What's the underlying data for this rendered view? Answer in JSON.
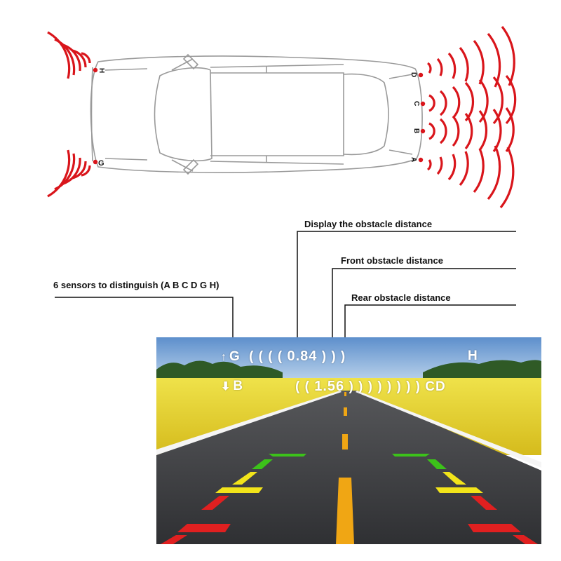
{
  "sensors": {
    "rear_left": "H",
    "rear_right": "G",
    "front": [
      "D",
      "C",
      "B",
      "A"
    ]
  },
  "callouts": {
    "display_distance": "Display the obstacle distance",
    "front_distance": "Front obstacle distance",
    "rear_distance": "Rear obstacle distance",
    "six_sensors": "6 sensors to distinguish (A B C D G H)"
  },
  "hud": {
    "top_arrow": "↑",
    "top_sensor_left": "G",
    "top_bars_left": "( ( ( (",
    "top_value": "0.84",
    "top_bars_right": ") ) )",
    "top_sensor_right": "H",
    "bottom_arrow": "⬇",
    "bottom_sensor_left": "B",
    "bottom_bars_left": "( (",
    "bottom_value": "1.56",
    "bottom_bars_right": ") ) ) ) ) ) ) )",
    "bottom_sensor_right": "CD"
  },
  "colors": {
    "wave": "#d9151b",
    "sensor_dot": "#d9151b",
    "guide_green": "#3cc21a",
    "guide_yellow": "#f2e41a",
    "guide_red": "#e02020",
    "road": "#3e3f42",
    "field": "#e7d22c",
    "sky": "#6d9fd6",
    "center_line": "#f0a614"
  }
}
